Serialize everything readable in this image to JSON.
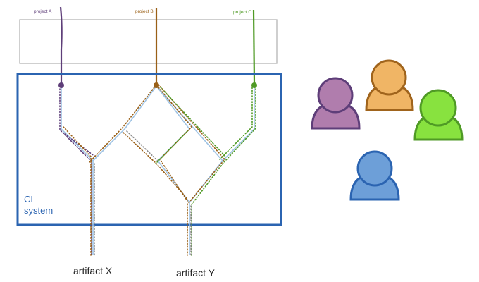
{
  "projects": [
    {
      "label": "project A",
      "color": "#5e3e79"
    },
    {
      "label": "project B",
      "color": "#9a6017"
    },
    {
      "label": "project C",
      "color": "#4f9a25"
    }
  ],
  "ci_system": {
    "line1": "CI",
    "line2": "system",
    "color": "#2b64b1"
  },
  "artifacts": [
    {
      "label": "artifact X"
    },
    {
      "label": "artifact Y"
    }
  ],
  "people": [
    {
      "color": "#b07dad",
      "outline": "#5e3e79"
    },
    {
      "color": "#f0b565",
      "outline": "#a0641c"
    },
    {
      "color": "#88e23f",
      "outline": "#4f9a25"
    },
    {
      "color": "#6d9fd8",
      "outline": "#2b64b1"
    }
  ],
  "colors": {
    "pipe": "#9fc3e4",
    "dotted_gray": "#8d8d8d"
  }
}
